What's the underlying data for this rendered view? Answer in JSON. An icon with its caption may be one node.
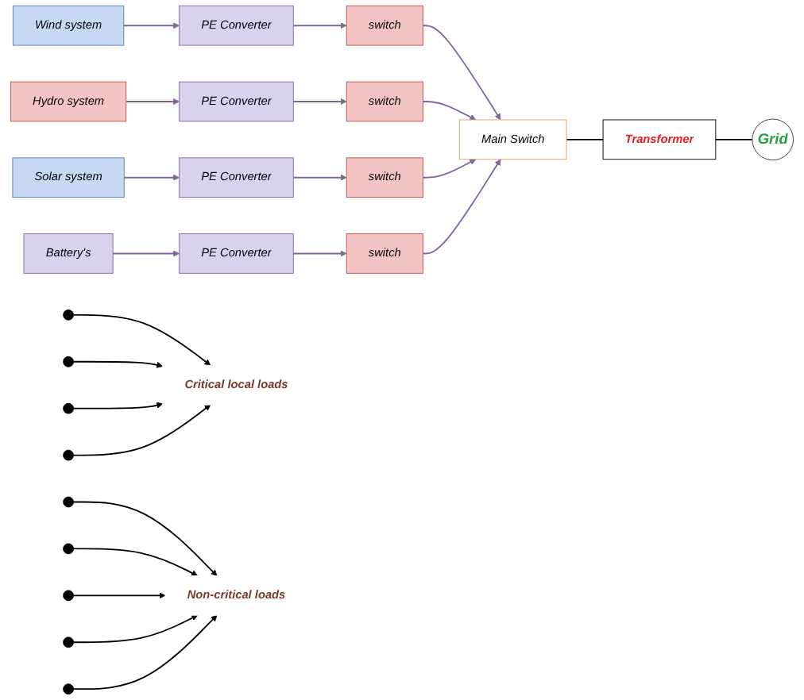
{
  "diagram": {
    "nodes": [
      {
        "text": [
          "Wind system"
        ]
      },
      {
        "text": [
          "PE Converter"
        ]
      },
      {
        "text": [
          "switch"
        ]
      },
      {
        "text": [
          "Hydro system"
        ]
      },
      {
        "text": [
          "PE Converter"
        ]
      },
      {
        "text": [
          "switch"
        ]
      },
      {
        "text": [
          "Solar system"
        ]
      },
      {
        "text": [
          "PE Converter"
        ]
      },
      {
        "text": [
          "switch"
        ]
      },
      {
        "text": [
          "Battery's"
        ]
      },
      {
        "text": [
          "PE Converter"
        ]
      },
      {
        "text": [
          "switch"
        ]
      },
      {
        "text": [
          "Critical local loads"
        ]
      },
      {
        "text": [
          "Main Switch"
        ]
      },
      {
        "text": [
          "Transformer"
        ]
      },
      {
        "text": [
          "Grid"
        ]
      },
      {
        "text": [
          "Non-critical loads"
        ]
      }
    ],
    "edges": [
      {
        "from": 0,
        "to": 1,
        "arrow": "to"
      },
      {
        "from": 1,
        "to": 2,
        "arrow": "to"
      },
      {
        "from": 3,
        "to": 4,
        "arrow": "to"
      },
      {
        "from": 4,
        "to": 5,
        "arrow": "to"
      },
      {
        "from": 6,
        "to": 7,
        "arrow": "to"
      },
      {
        "from": 7,
        "to": 8,
        "arrow": "to"
      },
      {
        "from": 9,
        "to": 10,
        "arrow": "to"
      },
      {
        "from": 10,
        "to": 11,
        "arrow": "to"
      },
      {
        "from": 2,
        "to": 13,
        "arrow": "to"
      },
      {
        "from": 5,
        "to": 13,
        "arrow": "to"
      },
      {
        "from": 8,
        "to": 13,
        "arrow": "to"
      },
      {
        "from": 11,
        "to": 13,
        "arrow": "to"
      },
      {
        "from": null,
        "to": 12,
        "arrow": "to",
        "color": "#000000"
      },
      {
        "from": null,
        "to": 12,
        "arrow": "to",
        "color": "#000000"
      },
      {
        "from": null,
        "to": 12,
        "arrow": "to",
        "color": "#000000"
      },
      {
        "from": null,
        "to": 12,
        "arrow": "to",
        "color": "#000000"
      },
      {
        "from": 13,
        "to": 14,
        "arrow": "none",
        "color": "#000000"
      },
      {
        "from": 14,
        "to": 15,
        "arrow": "none",
        "color": "#000000"
      },
      {
        "from": null,
        "to": 16,
        "arrow": "to",
        "color": "#000000"
      },
      {
        "from": null,
        "to": 16,
        "arrow": "to",
        "color": "#000000"
      },
      {
        "from": null,
        "to": 16,
        "arrow": "to",
        "color": "#000000"
      },
      {
        "from": null,
        "to": 16,
        "arrow": "to",
        "color": "#000000"
      },
      {
        "from": null,
        "to": 16,
        "arrow": "to",
        "color": "#000000"
      }
    ]
  }
}
